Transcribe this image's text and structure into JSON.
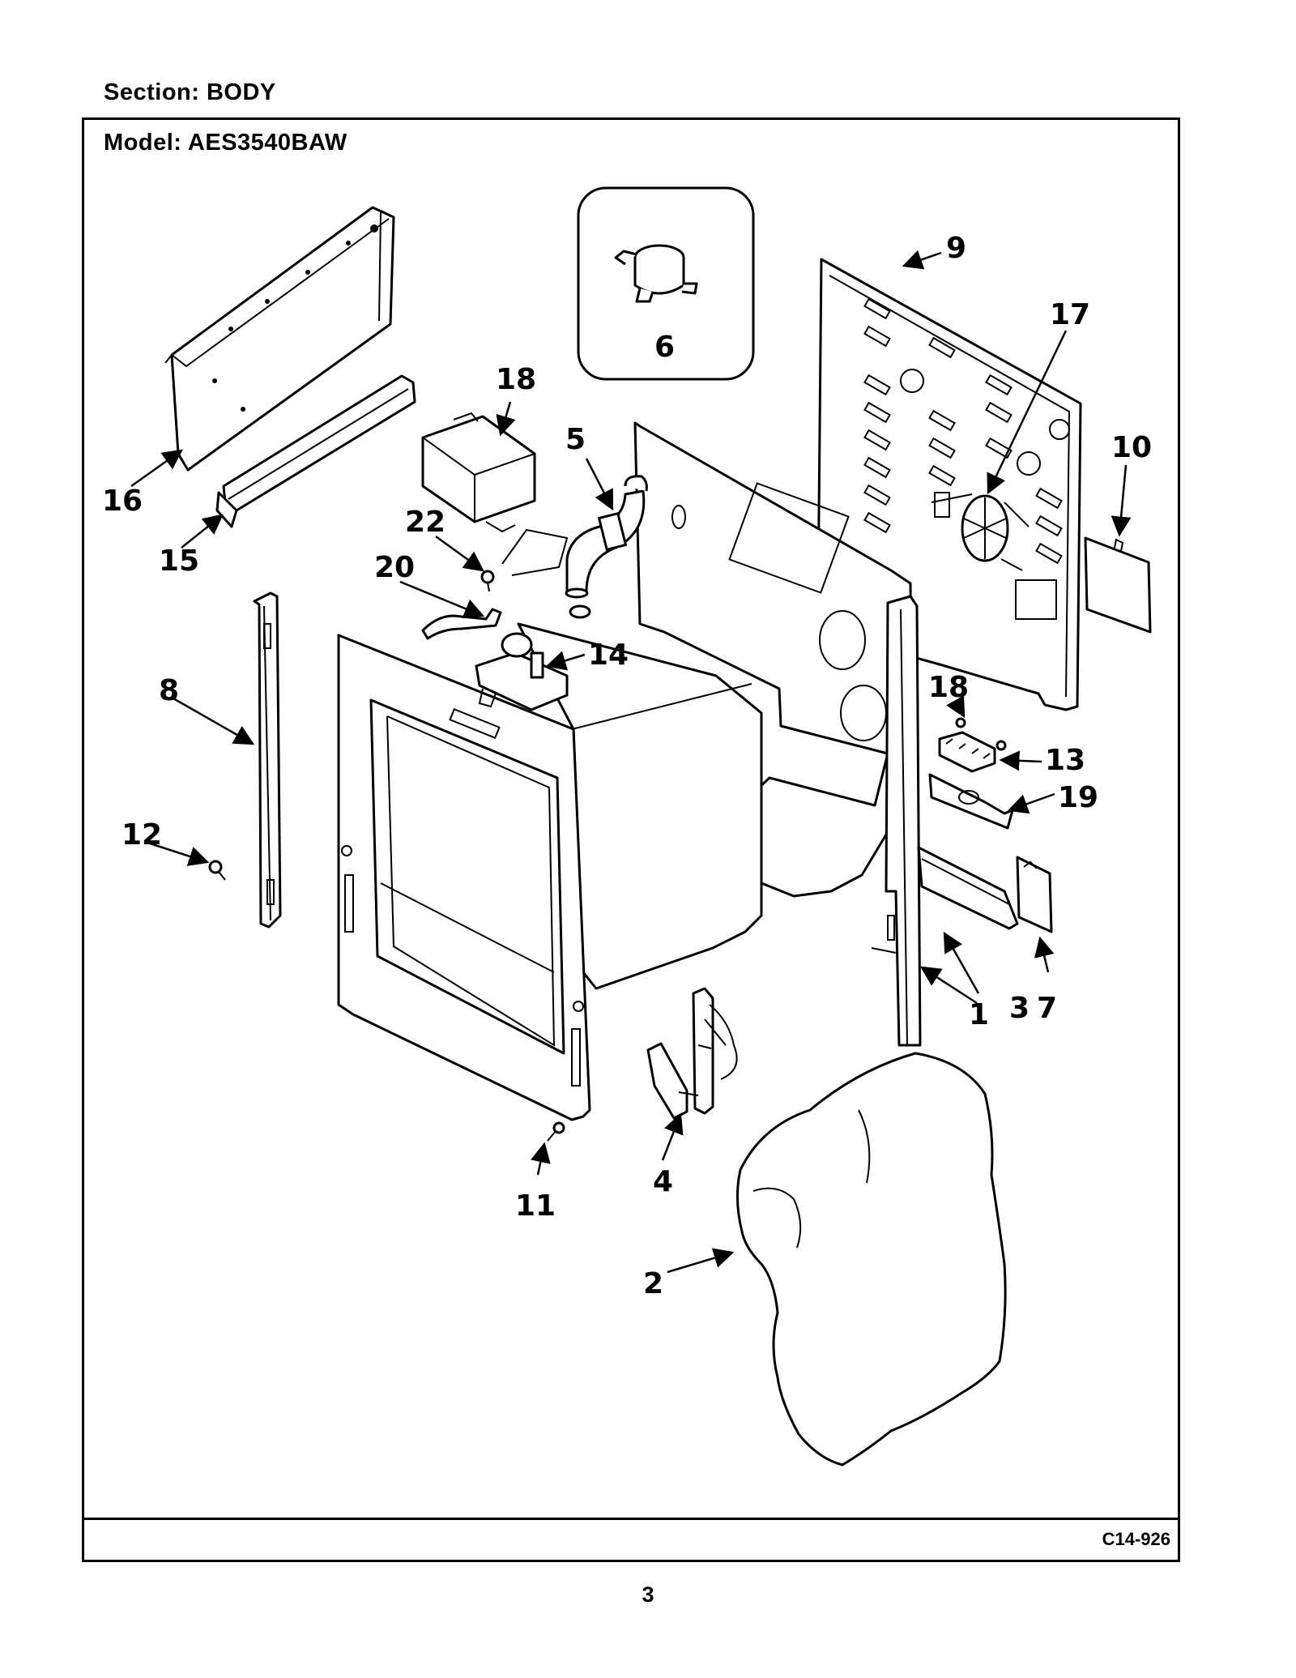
{
  "header": {
    "section": "Section:  BODY",
    "model": "Model:  AES3540BAW"
  },
  "footer": {
    "code": "C14-926",
    "page": "3"
  },
  "callouts": {
    "c1": "1",
    "c2": "2",
    "c3": "3",
    "c4": "4",
    "c5": "5",
    "c6": "6",
    "c7": "7",
    "c8": "8",
    "c9": "9",
    "c10": "10",
    "c11": "11",
    "c12": "12",
    "c13": "13",
    "c14": "14",
    "c15": "15",
    "c16": "16",
    "c17": "17",
    "c18a": "18",
    "c18b": "18",
    "c19": "19",
    "c20": "20",
    "c22": "22"
  }
}
